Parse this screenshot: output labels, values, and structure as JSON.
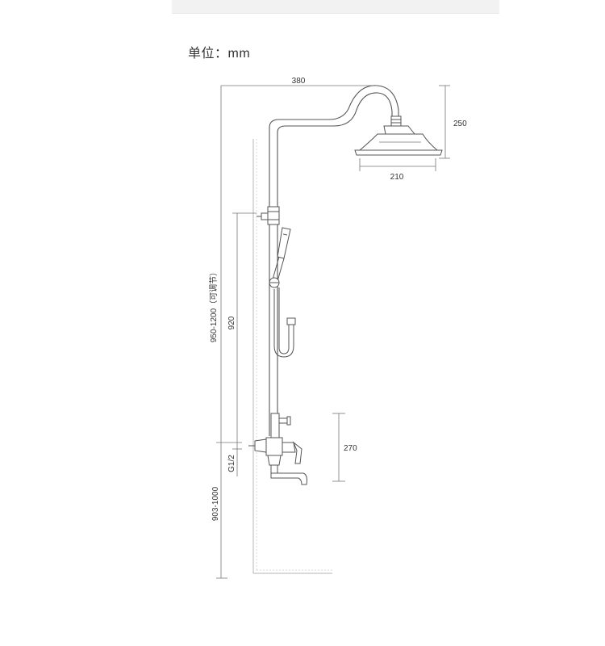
{
  "header": {
    "unit_label": "单位：mm"
  },
  "dimensions": {
    "top_width": "380",
    "head_height": "250",
    "head_diameter": "210",
    "total_height": "950-1200（可调节）",
    "bar_height": "920",
    "valve_height": "270",
    "thread": "G1/2",
    "mount_height": "903-1000"
  },
  "colors": {
    "line": "#555555",
    "dim_line": "#777777",
    "wall": "#b5b5b5"
  }
}
